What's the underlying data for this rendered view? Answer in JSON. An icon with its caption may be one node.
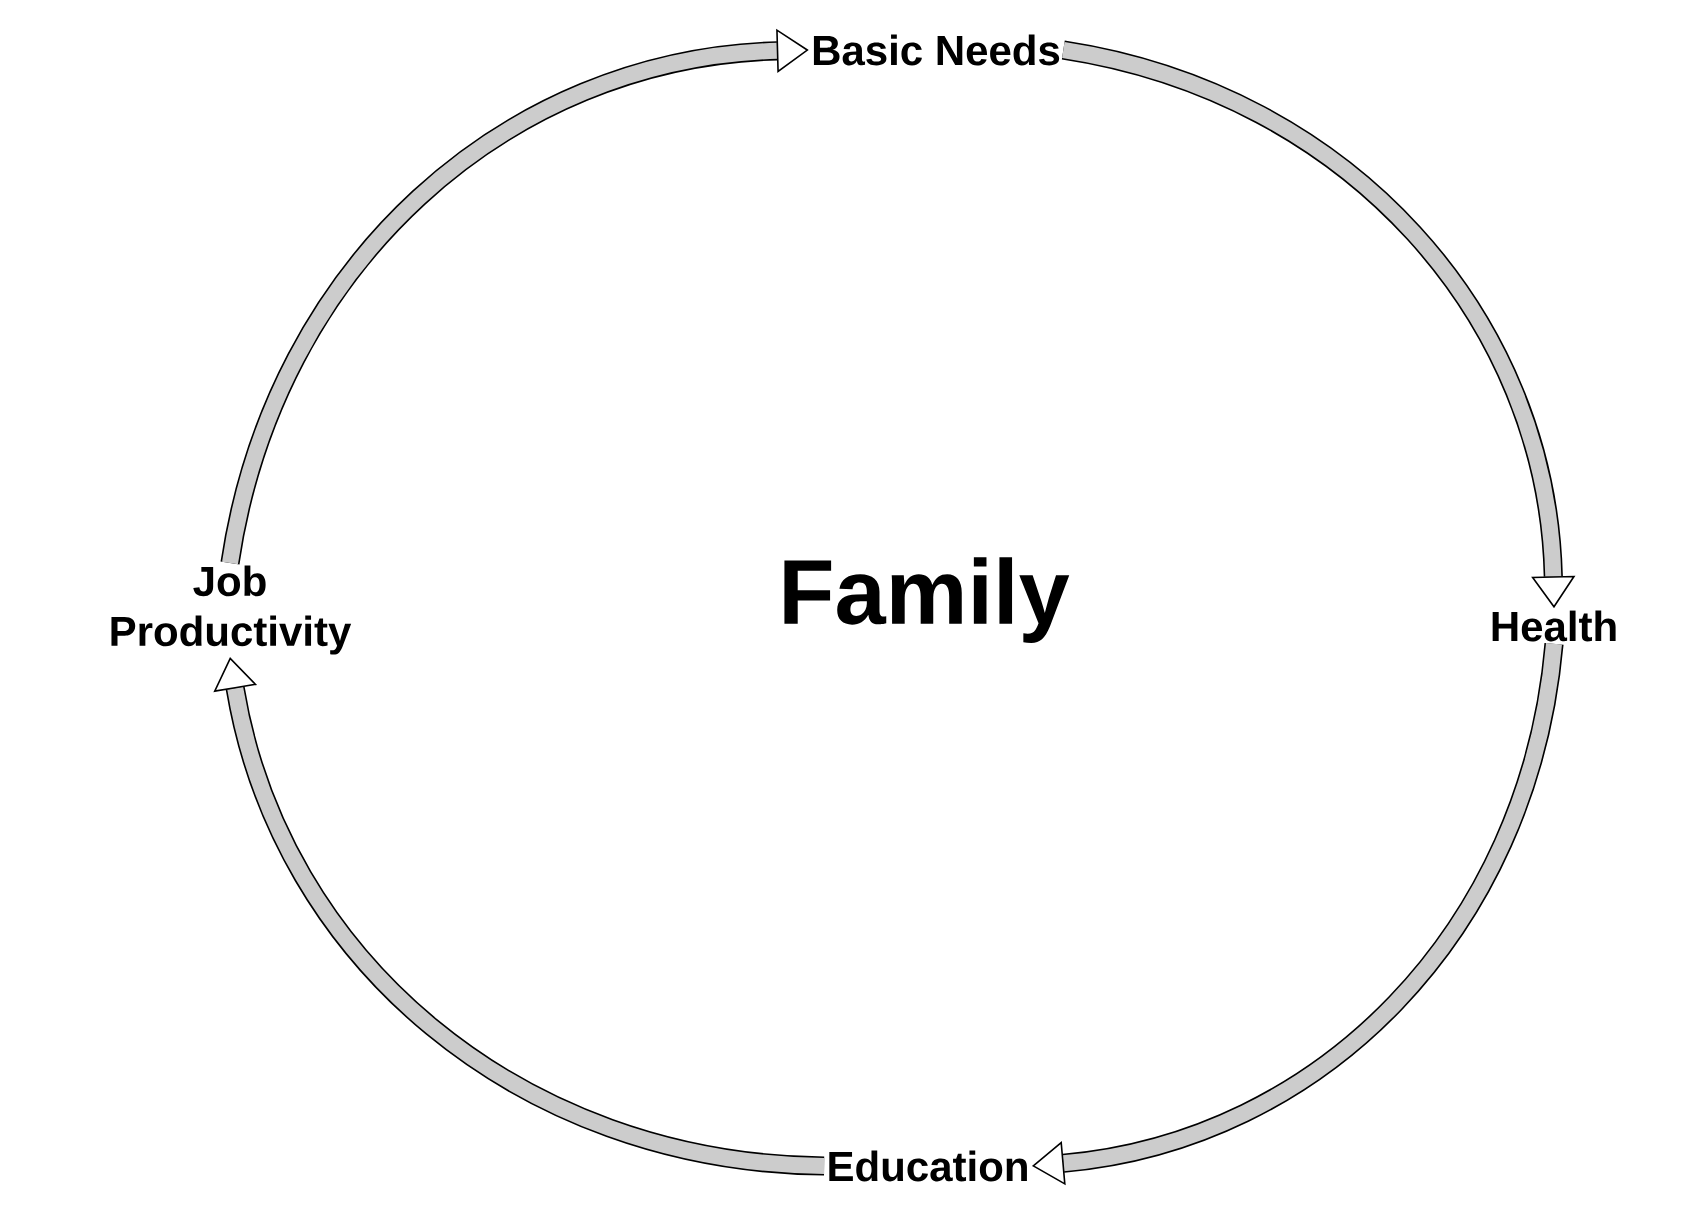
{
  "diagram": {
    "nodes": [
      {
        "text": [
          "Basic Needs"
        ]
      },
      {
        "text": [
          "Health"
        ]
      },
      {
        "text": [
          "Education"
        ]
      },
      {
        "text": [
          "Job Productivity"
        ]
      }
    ],
    "edges": [
      {
        "from": 0,
        "to": 1,
        "arrow": "to"
      },
      {
        "from": 1,
        "to": 2,
        "arrow": "to"
      },
      {
        "from": 2,
        "to": 3,
        "arrow": "to"
      },
      {
        "from": 3,
        "to": 0,
        "arrow": "to"
      }
    ],
    "labels": [
      "Family"
    ]
  }
}
